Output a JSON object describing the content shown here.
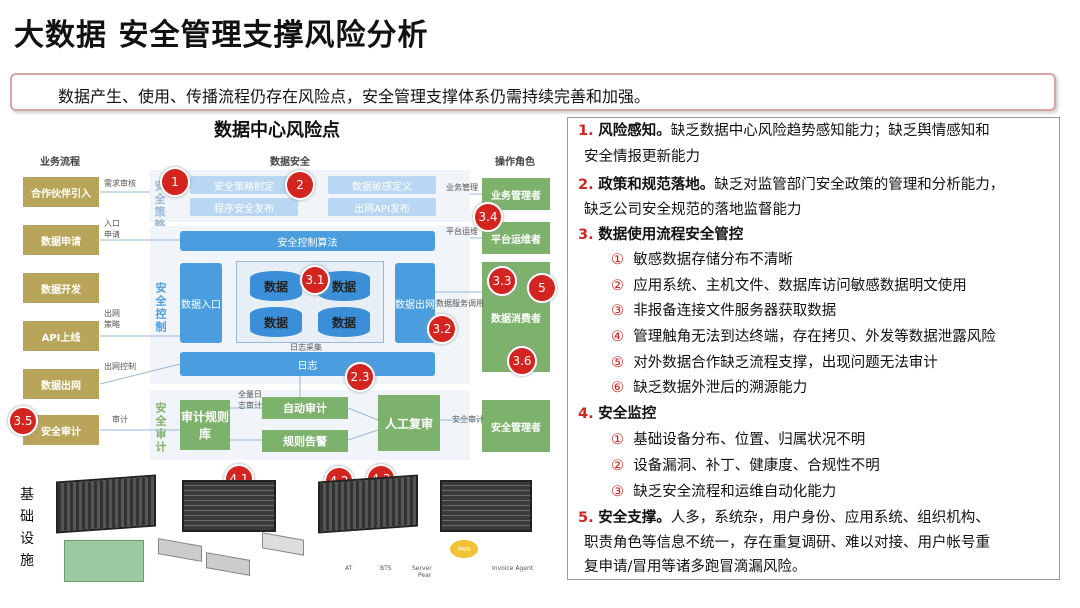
{
  "title": "大数据 安全管理支撑风险分析",
  "banner": "数据产生、使用、传播流程仍存在风险点，安全管理支撑体系仍需持续完善和加强。",
  "diagram": {
    "title": "数据中心风险点",
    "col_headers": {
      "flow": "业务流程",
      "security": "数据安全",
      "roles": "操作角色"
    },
    "flow_steps": [
      "合作伙伴引入",
      "数据申请",
      "数据开发",
      "API上线",
      "数据出网",
      "安全审计"
    ],
    "flow_labels": [
      "需求审核",
      "入口申请",
      "出网策略",
      "出网控制",
      "审计"
    ],
    "roles": [
      "业务管理者",
      "平台运维者",
      "数据消费者",
      "安全管理者"
    ],
    "role_labels": [
      "业务管理",
      "平台运维",
      "数据服务调用",
      "安全审计"
    ],
    "zone_labels": {
      "strategy": "安全策略",
      "control": "安全控制",
      "audit": "安全审计"
    },
    "policy_boxes": [
      "安全策略制定",
      "程序安全发布",
      "数据敏感定义",
      "出网API发布"
    ],
    "control_algo": "安全控制算法",
    "entry": "数据入口",
    "exit": "数据出网",
    "db_label": "数据",
    "log_collect": "日志采集",
    "log": "日志",
    "audit_lib": "审计规则库",
    "auto_audit": "自动审计",
    "rule_alarm": "规则告警",
    "manual_review": "人工复审",
    "full_log_audit": "全量日志审计",
    "risk_points": [
      "1",
      "2",
      "3.1",
      "3.2",
      "3.3",
      "3.4",
      "3.5",
      "3.6",
      "2.3",
      "4.1",
      "4.2",
      "4.3",
      "5"
    ],
    "infra_label": [
      "基",
      "础",
      "设",
      "施"
    ],
    "icon_labels": [
      "AT",
      "BTS",
      "Server",
      "Pear",
      "Web",
      "Invoice Agent"
    ]
  },
  "analysis": [
    {
      "num": "1.",
      "head": "风险感知。",
      "text": "缺乏数据中心风险趋势感知能力；缺乏舆情感知和",
      "cont": "安全情报更新能力"
    },
    {
      "num": "2.",
      "head": "政策和规范落地。",
      "text": "缺乏对监管部门安全政策的管理和分析能力，",
      "cont": "缺乏公司安全规范的落地监督能力"
    },
    {
      "num": "3.",
      "head": "数据使用流程安全管控",
      "text": "",
      "cont": "",
      "subs": [
        {
          "n": "①",
          "t": "敏感数据存储分布不清晰"
        },
        {
          "n": "②",
          "t": "应用系统、主机文件、数据库访问敏感数据明文使用"
        },
        {
          "n": "③",
          "t": "非报备连接文件服务器获取数据"
        },
        {
          "n": "④",
          "t": "管理触角无法到达终端，存在拷贝、外发等数据泄露风险"
        },
        {
          "n": "⑤",
          "t": "对外数据合作缺乏流程支撑，出现问题无法审计"
        },
        {
          "n": "⑥",
          "t": "缺乏数据外泄后的溯源能力"
        }
      ]
    },
    {
      "num": "4.",
      "head": "安全监控",
      "text": "",
      "cont": "",
      "subs": [
        {
          "n": "①",
          "t": "基础设备分布、位置、归属状况不明"
        },
        {
          "n": "②",
          "t": "设备漏洞、补丁、健康度、合规性不明"
        },
        {
          "n": "③",
          "t": "缺乏安全流程和运维自动化能力"
        }
      ]
    },
    {
      "num": "5.",
      "head": "安全支撑。",
      "text": "人多，系统杂，用户身份、应用系统、组织机构、",
      "cont": "职责角色等信息不统一，存在重复调研、难以对接、用户帐号重",
      "cont2": "复申请/冒用等诸多跑冒滴漏风险。"
    }
  ],
  "colors": {
    "risk": "#d32420",
    "blue": "#4a9ee0",
    "green": "#7db26c",
    "flow": "#b9a55a"
  }
}
